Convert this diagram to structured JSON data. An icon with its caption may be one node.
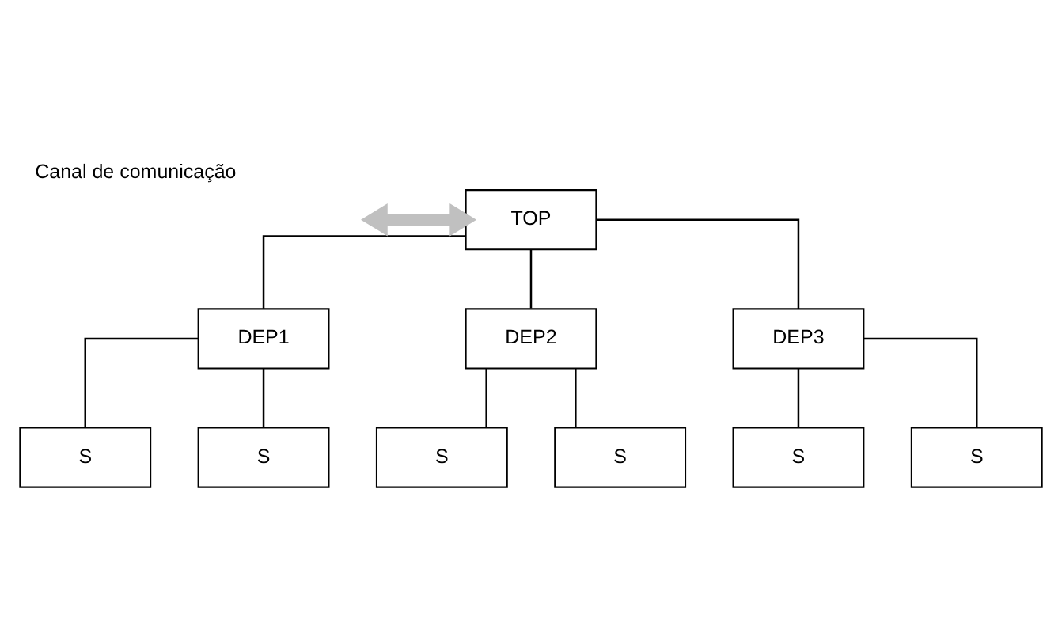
{
  "diagram": {
    "title": "Canal de comunicação",
    "nodes": [
      {
        "text": [
          "TOP"
        ]
      },
      {
        "text": [
          "DEP1"
        ]
      },
      {
        "text": [
          "DEP2"
        ]
      },
      {
        "text": [
          "DEP3"
        ]
      },
      {
        "text": [
          "S"
        ]
      },
      {
        "text": [
          "S"
        ]
      },
      {
        "text": [
          "S"
        ]
      },
      {
        "text": [
          "S"
        ]
      },
      {
        "text": [
          "S"
        ]
      },
      {
        "text": [
          "S"
        ]
      }
    ],
    "edges": [
      {
        "from": null,
        "to": 0,
        "arrow": "both",
        "style": "thick",
        "color": "#c0c0c0"
      },
      {
        "from": 0,
        "to": 1,
        "arrow": "none"
      },
      {
        "from": 0,
        "to": 2,
        "arrow": "none"
      },
      {
        "from": 0,
        "to": 3,
        "arrow": "none"
      },
      {
        "from": 1,
        "to": 4,
        "arrow": "none"
      },
      {
        "from": 1,
        "to": 5,
        "arrow": "none"
      },
      {
        "from": 2,
        "to": 6,
        "arrow": "none"
      },
      {
        "from": 2,
        "to": 7,
        "arrow": "none"
      },
      {
        "from": 3,
        "to": 8,
        "arrow": "none"
      },
      {
        "from": 3,
        "to": 9,
        "arrow": "none"
      }
    ]
  }
}
